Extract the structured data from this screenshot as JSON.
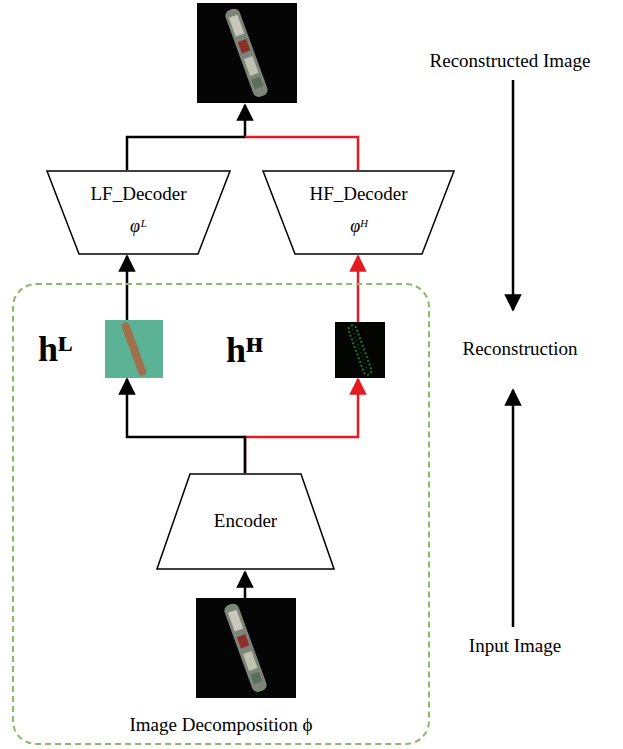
{
  "diagram": {
    "nodes": [
      {
        "text": [
          "LF_Decoder",
          "φᴸ"
        ]
      },
      {
        "text": [
          "HF_Decoder",
          "φᴴ"
        ]
      },
      {
        "text": [
          "Image Decomposition ϕ"
        ]
      },
      {
        "text": [
          "hᴸ"
        ],
        "in": 2
      },
      {
        "text": [
          "hᴴ"
        ],
        "in": 2
      },
      {
        "text": [
          "Encoder"
        ],
        "in": 2
      }
    ],
    "edges": [
      {
        "from": 5,
        "to": 3,
        "arrow": "to"
      },
      {
        "from": 5,
        "to": 4,
        "arrow": "to"
      },
      {
        "from": 3,
        "to": 0,
        "arrow": "to"
      },
      {
        "from": 4,
        "to": 1,
        "arrow": "to"
      }
    ],
    "labels": [
      "Reconstructed Image",
      "Reconstruction",
      "Input Image"
    ]
  }
}
